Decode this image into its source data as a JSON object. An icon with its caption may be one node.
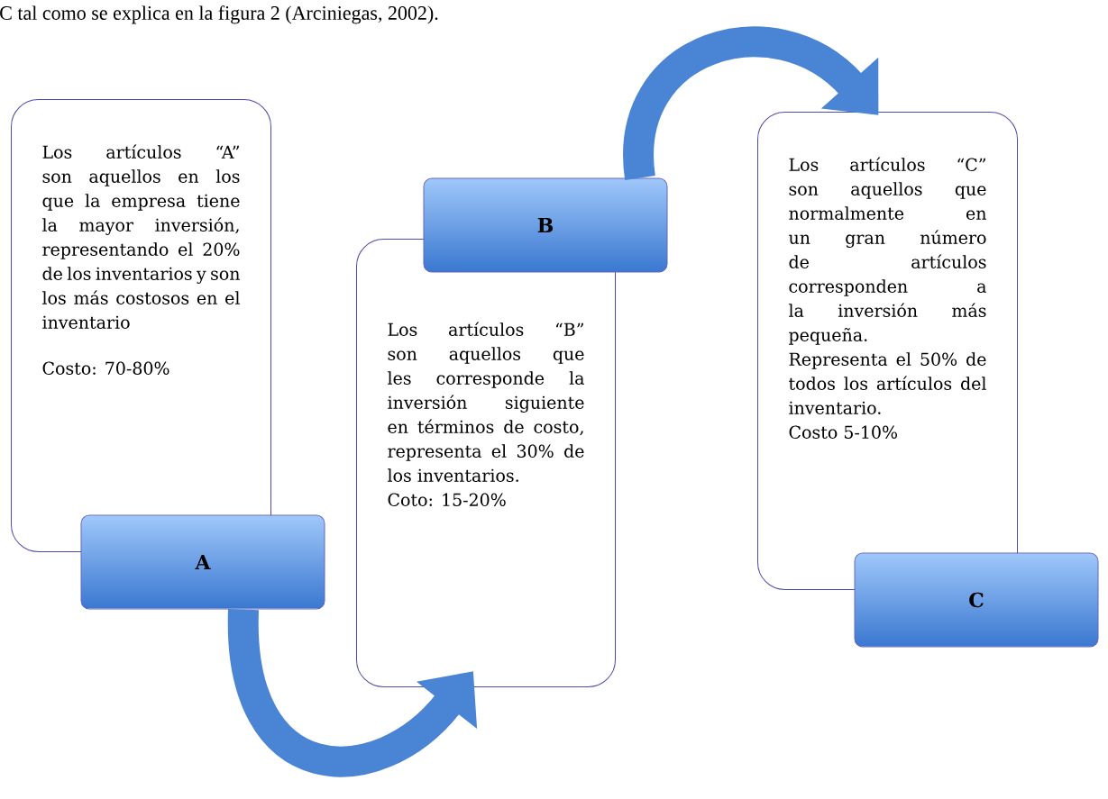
{
  "diagram": {
    "nodes": [
      {
        "text": [
          "Los artículos “A” son aquellos en los que la empresa tiene la mayor inversión, representando el 20% de los inventarios y son los más costosos en el inventario",
          "Costo: 70-80%"
        ]
      },
      {
        "text": [
          "A"
        ]
      },
      {
        "text": [
          "Los artículos “B” son aquellos que les corresponde la inversión siguiente en términos de costo, representa el 30% de los inventarios.",
          "Coto: 15-20%"
        ]
      },
      {
        "text": [
          "B"
        ]
      },
      {
        "text": [
          "Los artículos “C” son aquellos que normalmente en un gran número de artículos corresponden a la inversión más pequeña.",
          "Representa el 50% de todos los artículos del inventario.",
          "Costo 5-10%"
        ]
      },
      {
        "text": [
          "C"
        ]
      }
    ],
    "edges": [
      {
        "from": 1,
        "to": 2,
        "arrow": "to"
      },
      {
        "from": 3,
        "to": 4,
        "arrow": "to"
      }
    ],
    "labels": [
      "C tal como se explica en la figura 2 (Arciniegas, 2002)."
    ]
  }
}
